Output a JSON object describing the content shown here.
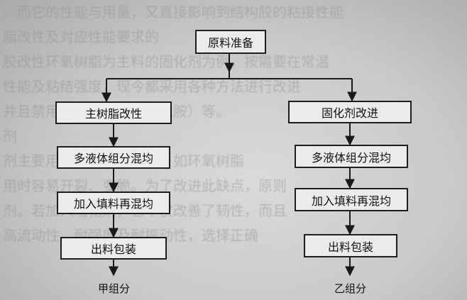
{
  "diagram": {
    "top": "原料准备",
    "left_branch": {
      "steps": [
        "主树脂改性",
        "多液体组分混均",
        "加入填料再混均",
        "出料包装"
      ],
      "output": "甲组分"
    },
    "right_branch": {
      "steps": [
        "固化剂改进",
        "多液体组分混均",
        "加入填料再混均",
        "出料包装"
      ],
      "output": "乙组分"
    }
  }
}
